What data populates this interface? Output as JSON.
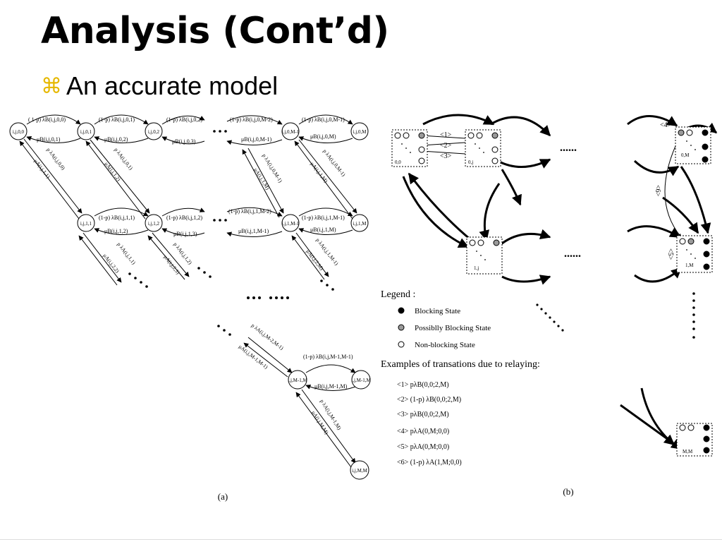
{
  "slide": {
    "title": "Analysis (Cont’d)",
    "bullet_icon": "command-key-icon",
    "bullet": "An accurate model"
  },
  "figure_a": {
    "caption": "(a)",
    "nodes": {
      "n00": "i,j,0,0",
      "n01": "i,j,0,1",
      "n02": "i,j,0,2",
      "n0M1": "i,j,0,M-1",
      "n0M": "i,j,0,M",
      "n11": "i,j,1,1",
      "n12": "i,j,1,2",
      "n1M1": "i,j,1,M-1",
      "n1M": "i,j,1,M",
      "nM1M": "i,j,M-1,M",
      "nMM1": "i,j,M-1,M",
      "nMM": "i,j,M,M"
    },
    "arc_labels": {
      "lam_00_01": "( 1-p) λB(i,j,0,0)",
      "lam_01_02": "(1-p) λB(i,j,0,1)",
      "lam_02_03": "(1-p) λB(i,j,0,2)",
      "lam_0M2": "(1-p) λB(i,j,0,M-2)",
      "lam_0M1": "(1-p) λB(i,j,0,M-1)",
      "mu_01": "μB(i,j,0,1)",
      "mu_02": "μB(i,j,0,2)",
      "mu_03": "μB(i,j,0,3)",
      "mu_0M1": "μB(i,j,0,M-1)",
      "mu_0M": "μB(i,j,0,M)",
      "lam_11": "(1-p) λB(i,j,1,1)",
      "lam_12": "(1-p) λB(i,j,1,2)",
      "lam_1M2": "(1-p) λB(i,j,1,M-2)",
      "lam_1M1": "(1-p) λB(i,j,1,M-1)",
      "mu_12": "μB(i,j,1,2)",
      "mu_13": "μB(i,j,1,3)",
      "mu_1M1": "μB(i,j,1,M-1)",
      "mu_1M": "μB(i,j,1,M)",
      "plam_00": "p λA(i,j,0,0)",
      "plam_01": "p λA(i,j,0,1)",
      "plam_0M2": "p λA(i,j,0,M-1)",
      "plam_0M1": "p λA(i,j,0,M-1)",
      "mu_a_11": "μA(i,j,1,1)",
      "mu_a_12": "μA(i,j,1,2)",
      "mu_a_1M1": "μA(i,j,1,M)",
      "mu_a_1M": "μA(i,j,1,M)",
      "plam_11": "p λA(i,j,1,1)",
      "plam_12": "p λA(i,j,1,2)",
      "plam_1M1": "p λA(i,j,1,M-1)",
      "plam_1M": "p λA(i,j,1,M-1)",
      "mu_a_22": "μA(i,j,2,2)",
      "mu_a_23": "μA(i,j,2,3)",
      "mu_a_2M": "μA(i,j,2,M)",
      "plam_M2": "p λA(i,j,M-2,M-1)",
      "mu_a_M1": "μA(i,j,M-1,M-1)",
      "lam_M1": "(1-p) λB(i,j,M-1,M-1)",
      "mu_M": "μB(i,j,M-1,M)",
      "plam_M1": "p λA(i,j,M-1,M)",
      "mu_a_MM": "μA(i,j,M,M)"
    }
  },
  "figure_b": {
    "caption": "(b)",
    "states": {
      "s00": "0,0",
      "s0j": "0,j",
      "s0M": "0,M",
      "s1j": "1,j",
      "s1M": "1,M",
      "sMM": "M,M"
    },
    "transition_tags": {
      "t1": "<1>",
      "t2": "<2>",
      "t3": "<3>",
      "t4": "<4>",
      "t5": "<5>",
      "t6": "<6>"
    },
    "legend": {
      "title": "Legend :",
      "blocking": "Blocking State",
      "possibly": "Possiblly Blocking State",
      "nonblocking": "Non-blocking State"
    },
    "examples": {
      "title": "Examples of transations due to relaying:",
      "e1": "<1> pλB(0,0;2,M)",
      "e2": "<2> (1-p) λB(0,0;2,M)",
      "e3": "<3> pλB(0,0;2,M)",
      "e4": "<4> pλA(0,M;0,0)",
      "e5": "<5> pλA(0,M;0,0)",
      "e6": "<6> (1-p) λA(1,M;0,0)"
    },
    "ellipsis": "......"
  },
  "colors": {
    "bullet_icon": "#e6b800",
    "ink": "#000000",
    "possibly_fill": "#9a9a9a"
  }
}
